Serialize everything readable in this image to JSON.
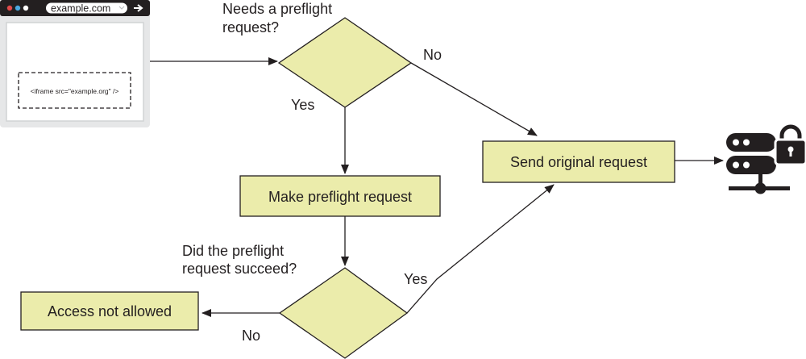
{
  "browser": {
    "url": "example.com",
    "iframe_code": "<iframe src=\"example.org\" />"
  },
  "decisions": {
    "preflight_needed": {
      "line1": "Needs a preflight",
      "line2": "request?"
    },
    "preflight_succeeded": {
      "line1": "Did the preflight",
      "line2": "request succeed?"
    }
  },
  "boxes": {
    "make_preflight": "Make preflight request",
    "send_original": "Send original request",
    "access_denied": "Access not allowed"
  },
  "branch_labels": {
    "no_top": "No",
    "yes_top": "Yes",
    "yes_bottom": "Yes",
    "no_bottom": "No"
  },
  "icons": {
    "server": "server-lock-icon"
  },
  "colors": {
    "box_fill": "#ebecab",
    "stroke": "#231f20",
    "browser_bar": "#231f20",
    "dot_red": "#e04a4a",
    "dot_blue": "#4aa8e0",
    "dot_white": "#ffffff"
  }
}
